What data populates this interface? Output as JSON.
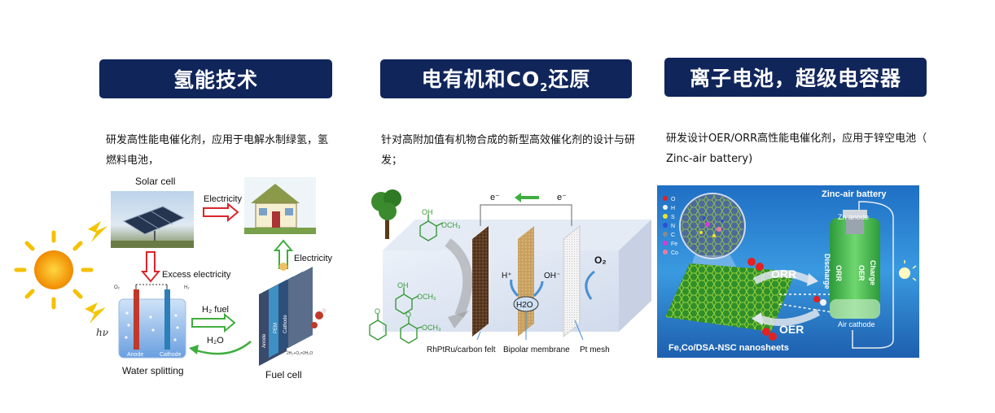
{
  "headers": {
    "h1": "氢能技术",
    "h2_pre": "电有机和CO",
    "h2_sub": "2",
    "h2_post": "还原",
    "h3": "离子电池，超级电容器"
  },
  "descriptions": {
    "d1": "研发高性能电催化剂，应用于电解水制绿氢，氢燃料电池，",
    "d2": "针对高附加值有机物合成的新型高效催化剂的设计与研发；",
    "d3": "研发设计OER/ORR高性能电催化剂，应用于锌空电池（ Zinc-air battery)"
  },
  "hydrogen_figure": {
    "solar_cell": "Solar cell",
    "electricity_1": "Electricity",
    "electricity_2": "Electricity",
    "excess_electricity": "Excess electricity",
    "h2_fuel": "H₂ fuel",
    "h2o": "H₂O",
    "water_splitting": "Water splitting",
    "fuel_cell": "Fuel cell",
    "hv": "hν",
    "anode": "Anode",
    "cathode": "Cathode",
    "o2": "O₂",
    "h2": "H₂",
    "pem": "PEM",
    "fc_anode": "Anode",
    "fc_cathode": "Cathode",
    "reaction": "2H₂+O₂=2H₂O"
  },
  "electro_figure": {
    "e_left": "e⁻",
    "e_right": "e⁻",
    "o2": "O₂",
    "h_plus": "H⁺",
    "oh_minus": "OH⁻",
    "h2o": "H2O",
    "och3_1": "OCH₃",
    "oh_1": "OH",
    "och3_2": "OCH₃",
    "oh_2": "OH",
    "och3_3": "OCH₃",
    "o_ketone_1": "O",
    "o_ketone_2": "O",
    "electrode_1": "RhPtRu/carbon felt",
    "electrode_2": "Bipolar membrane",
    "electrode_3": "Pt mesh"
  },
  "battery_figure": {
    "title": "Zinc-air battery",
    "zn_anode": "Zn anode",
    "air_cathode": "Air cathode",
    "orr": "ORR",
    "oer": "OER",
    "discharge": "Discharge",
    "orr_v": "ORR",
    "oer_v": "OER",
    "charge": "Charge",
    "caption": "Fe,Co/DSA-NSC nanosheets",
    "legend": [
      "O",
      "H",
      "S",
      "N",
      "C",
      "Fe",
      "Co"
    ],
    "legend_colors": [
      "#e52020",
      "#f4f4f4",
      "#f2e02a",
      "#2d4fd8",
      "#8a8a8a",
      "#d63bd6",
      "#f07aa0"
    ]
  },
  "colors": {
    "header_bg": "#10255a",
    "arrow_red": "#d9262b",
    "arrow_green": "#3fae3f"
  }
}
